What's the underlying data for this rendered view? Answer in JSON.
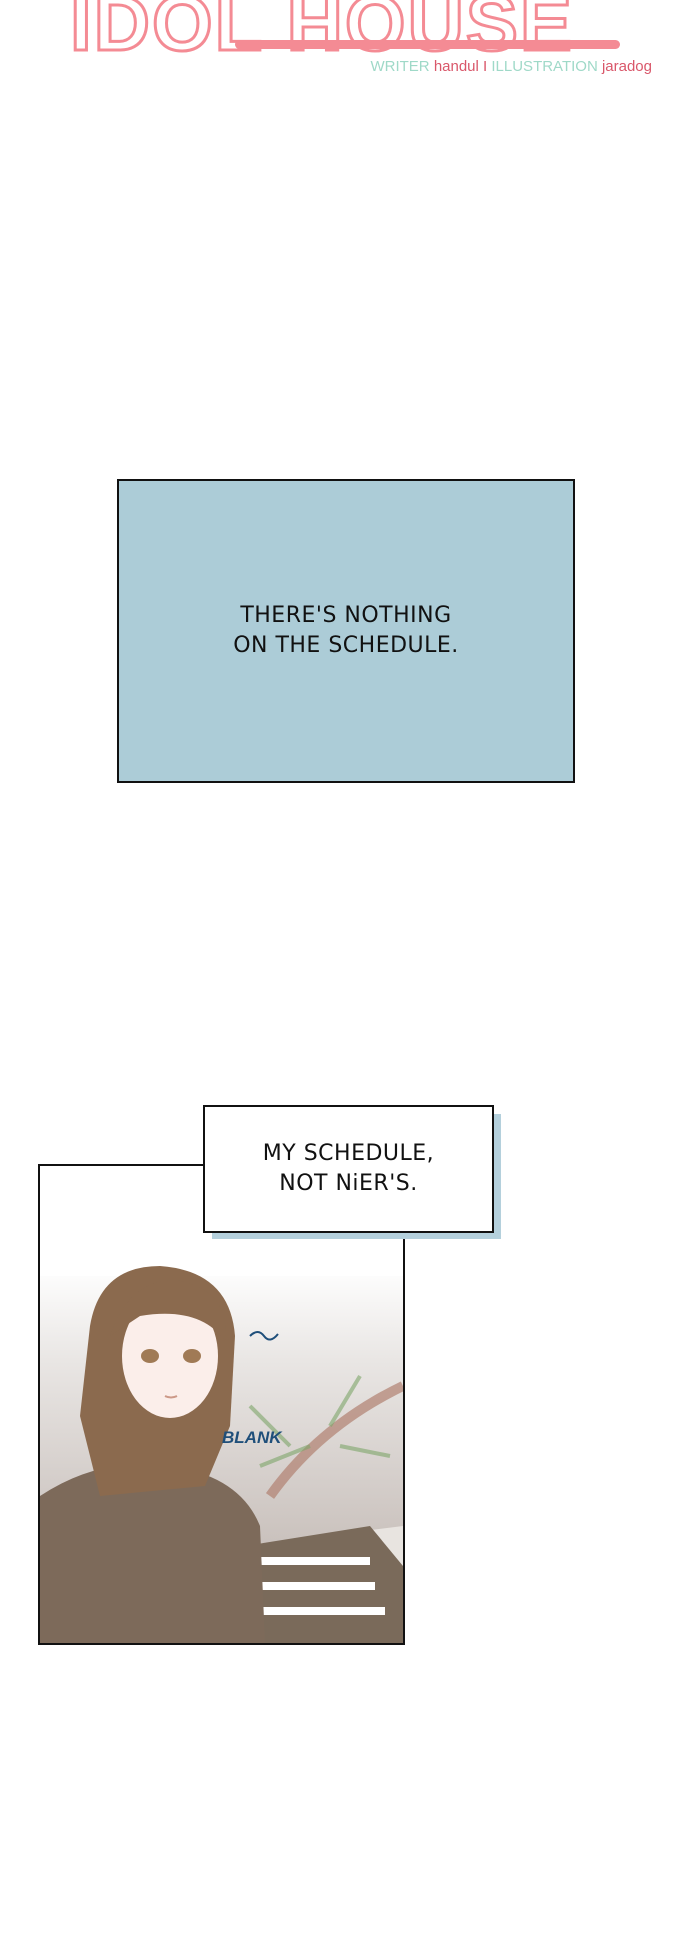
{
  "header": {
    "logo_text": "IDOL HOUSE",
    "credits": {
      "writer_label": "WRITER",
      "writer_name": "handul",
      "separator": "I",
      "illustration_label": "ILLUSTRATION",
      "illustrator_name": "jaradog"
    }
  },
  "panels": [
    {
      "caption_lines": [
        "THERE'S NOTHING",
        "ON THE SCHEDULE."
      ]
    },
    {
      "caption_lines": [
        "MY SCHEDULE,",
        "NOT NiER'S."
      ],
      "sfx": "BLANK"
    }
  ],
  "colors": {
    "logo_pink": "#f48b94",
    "panel_blue": "#acccd7",
    "credit_mint": "#9fd9c8"
  }
}
